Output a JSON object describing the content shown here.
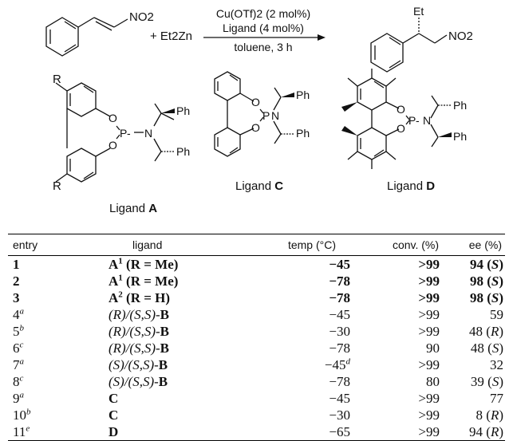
{
  "scheme": {
    "reactant_group": "NO2",
    "reagent": "+ Et2Zn",
    "conditions": [
      "Cu(OTf)2 (2 mol%)",
      "Ligand (4 mol%)",
      "toluene, 3 h"
    ],
    "product_ethyl": "Et",
    "product_group": "NO2",
    "ligands": [
      {
        "caption": "Ligand",
        "letter": "A",
        "substituent": "R",
        "aryl_label": "Ph"
      },
      {
        "caption": "Ligand",
        "letter": "C",
        "aryl_label": "Ph"
      },
      {
        "caption": "Ligand",
        "letter": "D",
        "aryl_label": "Ph"
      }
    ]
  },
  "table": {
    "headers": [
      "entry",
      "ligand",
      "temp (°C)",
      "conv. (%)",
      "ee (%)"
    ],
    "rows": [
      {
        "entry": "1",
        "entry_note": "",
        "lig_main": "A",
        "lig_sup": "1",
        "lig_rest": " (R = Me)",
        "temp": "−45",
        "temp_note": "",
        "conv": ">99",
        "ee": "94",
        "ee_config": "(S)",
        "bold": true
      },
      {
        "entry": "2",
        "entry_note": "",
        "lig_main": "A",
        "lig_sup": "1",
        "lig_rest": " (R = Me)",
        "temp": "−78",
        "temp_note": "",
        "conv": ">99",
        "ee": "98",
        "ee_config": "(S)",
        "bold": true
      },
      {
        "entry": "3",
        "entry_note": "",
        "lig_main": "A",
        "lig_sup": "2",
        "lig_rest": " (R = H)",
        "temp": "−78",
        "temp_note": "",
        "conv": ">99",
        "ee": "98",
        "ee_config": "(S)",
        "bold": true
      },
      {
        "entry": "4",
        "entry_note": "a",
        "lig_pre": "(R)/(S,S)-",
        "lig_main": "B",
        "temp": "−45",
        "temp_note": "",
        "conv": ">99",
        "ee": "59",
        "ee_config": "",
        "bold": false
      },
      {
        "entry": "5",
        "entry_note": "b",
        "lig_pre": "(R)/(S,S)-",
        "lig_main": "B",
        "temp": "−30",
        "temp_note": "",
        "conv": ">99",
        "ee": "48",
        "ee_config": "(R)",
        "bold": false
      },
      {
        "entry": "6",
        "entry_note": "c",
        "lig_pre": "(R)/(S,S)-",
        "lig_main": "B",
        "temp": "−78",
        "temp_note": "",
        "conv": "90",
        "ee": "48",
        "ee_config": "(S)",
        "bold": false
      },
      {
        "entry": "7",
        "entry_note": "a",
        "lig_pre": "(S)/(S,S)-",
        "lig_main": "B",
        "temp": "−45",
        "temp_note": "d",
        "conv": ">99",
        "ee": "32",
        "ee_config": "",
        "bold": false
      },
      {
        "entry": "8",
        "entry_note": "c",
        "lig_pre": "(S)/(S,S)-",
        "lig_main": "B",
        "temp": "−78",
        "temp_note": "",
        "conv": "80",
        "ee": "39",
        "ee_config": "(S)",
        "bold": false
      },
      {
        "entry": "9",
        "entry_note": "a",
        "lig_pre": "",
        "lig_main": "C",
        "temp": "−45",
        "temp_note": "",
        "conv": ">99",
        "ee": "77",
        "ee_config": "",
        "bold": false
      },
      {
        "entry": "10",
        "entry_note": "b",
        "lig_pre": "",
        "lig_main": "C",
        "temp": "−30",
        "temp_note": "",
        "conv": ">99",
        "ee": "8",
        "ee_config": "(R)",
        "bold": false
      },
      {
        "entry": "11",
        "entry_note": "e",
        "lig_pre": "",
        "lig_main": "D",
        "temp": "−65",
        "temp_note": "",
        "conv": ">99",
        "ee": "94",
        "ee_config": "(R)",
        "bold": false
      }
    ]
  }
}
